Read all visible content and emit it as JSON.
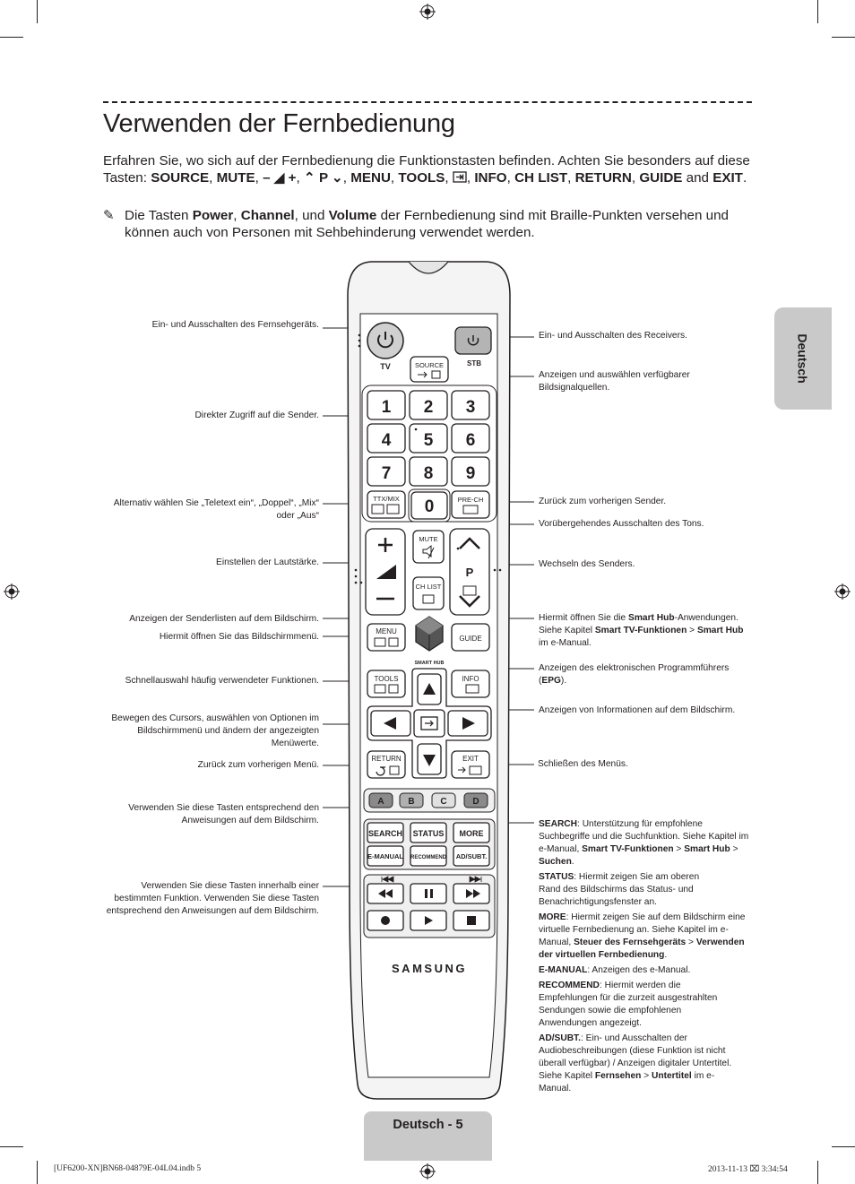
{
  "header": {
    "title": "Verwenden der Fernbedienung",
    "intro": {
      "p1": "Erfahren Sie, wo sich auf der Fernbedienung die Funktionstasten befinden. Achten Sie besonders auf diese Tasten: ",
      "keys1": "SOURCE",
      "sep": ", ",
      "keys2": "MUTE",
      "vol": "– ◢ +",
      "ch": "⌃ P ⌄",
      "keys3": "MENU",
      "keys4": "TOOLS",
      "keys5": "INFO",
      "keys6": "CH LIST",
      "keys7": "RETURN",
      "keys8": "GUIDE",
      "and": " and ",
      "keys9": "EXIT",
      "end": "."
    },
    "note": {
      "pencil": "✎",
      "t1": "Die Tasten ",
      "power": "Power",
      "c1": ", ",
      "channel": "Channel",
      "c2": ", und ",
      "volume": "Volume",
      "t2": " der Fernbedienung sind mit Braille-Punkten versehen und können auch von Personen mit Sehbehinderung verwendet werden."
    }
  },
  "side_tab": "Deutsch",
  "left_labels": {
    "power_tv": "Ein- und Ausschalten des Fernsehgeräts.",
    "direct_channel": "Direkter Zugriff auf die Sender.",
    "teletext": "Alternativ wählen Sie „Teletext ein“, „Doppel“, „Mix“ oder „Aus“",
    "volume": "Einstellen der Lautstärke.",
    "ch_list": "Anzeigen der Senderlisten auf dem Bildschirm.",
    "menu": "Hiermit öffnen Sie das Bildschirmmenü.",
    "tools": "Schnellauswahl häufig verwendeter Funktionen.",
    "cursor": "Bewegen des Cursors, auswählen von Optionen im Bildschirmmenü und ändern der angezeigten Menüwerte.",
    "return": "Zurück zum vorherigen Menü.",
    "color": "Verwenden Sie diese Tasten entsprechend den Anweisungen auf dem Bildschirm.",
    "media": "Verwenden Sie diese Tasten innerhalb einer bestimmten Funktion. Verwenden Sie diese Tasten entsprechend den Anweisungen auf dem Bildschirm."
  },
  "right_labels": {
    "power_stb": "Ein- und Ausschalten des Receivers.",
    "source": "Anzeigen und auswählen verfügbarer Bildsignalquellen.",
    "pre_ch": "Zurück zum vorherigen Sender.",
    "mute": "Vorübergehendes Ausschalten des Tons.",
    "channel": "Wechseln des Senders.",
    "smart_hub": {
      "a": "Hiermit öffnen Sie die ",
      "b": "Smart Hub",
      "c": "-Anwendungen. Siehe Kapitel ",
      "d": "Smart TV-Funktionen",
      "e": " > ",
      "f": "Smart Hub",
      "g": " im e-Manual."
    },
    "guide": {
      "a": "Anzeigen des elektronischen Programmführers (",
      "b": "EPG",
      "c": ")."
    },
    "info": "Anzeigen von Informationen auf dem Bildschirm.",
    "exit": "Schließen des Menüs.",
    "search": {
      "k": "SEARCH",
      "t": ": Unterstützung für empfohlene Suchbegriffe und die Suchfunktion. Siehe Kapitel im e-Manual, ",
      "a": "Smart TV-Funktionen",
      "s": " > ",
      "b": "Smart Hub",
      "s2": " > ",
      "c": "Suchen",
      "e": "."
    },
    "status": {
      "k": "STATUS",
      "t": ": Hiermit zeigen Sie am oberen Rand des Bildschirms das Status- und Benachrichtigungsfenster an."
    },
    "more": {
      "k": "MORE",
      "t": ": Hiermit zeigen Sie auf dem Bildschirm eine virtuelle Fernbedienung an. Siehe Kapitel im e-Manual, ",
      "a": "Steuer des Fernsehgeräts",
      "s": " > ",
      "b": "Verwenden der virtuellen Fernbedienung",
      "e": "."
    },
    "emanual": {
      "k": "E-MANUAL",
      "t": ": Anzeigen des e-Manual."
    },
    "recommend": {
      "k": "RECOMMEND",
      "t": ": Hiermit werden die Empfehlungen für die zurzeit ausgestrahlten Sendungen sowie die empfohlenen Anwendungen angezeigt."
    },
    "adsubt": {
      "k": "AD/SUBT.",
      "t": ": Ein- und Ausschalten der Audiobeschreibungen (diese Funktion ist nicht überall verfügbar) / Anzeigen digitaler Untertitel. Siehe Kapitel ",
      "a": "Fernsehen",
      "s": " > ",
      "b": "Untertitel",
      "e": " im e-Manual."
    }
  },
  "remote": {
    "tv": "TV",
    "stb": "STB",
    "source": "SOURCE",
    "digits": [
      "1",
      "2",
      "3",
      "4",
      "5",
      "6",
      "7",
      "8",
      "9"
    ],
    "zero": "0",
    "ttx": "TTX/MIX",
    "prech": "PRE-CH",
    "mute": "MUTE",
    "p": "P",
    "chlist": "CH LIST",
    "menu": "MENU",
    "guide": "GUIDE",
    "smarthub": "SMART HUB",
    "tools": "TOOLS",
    "info": "INFO",
    "return": "RETURN",
    "exit": "EXIT",
    "colors": [
      "A",
      "B",
      "C",
      "D"
    ],
    "search": "SEARCH",
    "status": "STATUS",
    "more": "MORE",
    "emanual": "E-MANUAL",
    "recommend": "RECOMMEND",
    "adsubt": "AD/SUBT.",
    "brand": "SAMSUNG"
  },
  "footer": {
    "page": "Deutsch - 5",
    "file": "[UF6200-XN]BN68-04879E-04L04.indb   5",
    "date": "2013-11-13   ⌧ 3:34:54"
  }
}
